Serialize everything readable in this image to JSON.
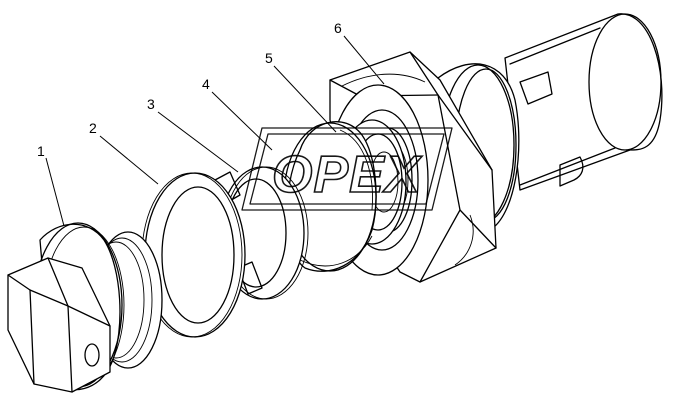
{
  "callouts": [
    {
      "label": "1"
    },
    {
      "label": "2"
    },
    {
      "label": "3"
    },
    {
      "label": "4"
    },
    {
      "label": "5"
    },
    {
      "label": "6"
    }
  ],
  "watermark": {
    "text": "OPEX"
  },
  "colors": {
    "line": "#000000",
    "background": "#ffffff"
  }
}
